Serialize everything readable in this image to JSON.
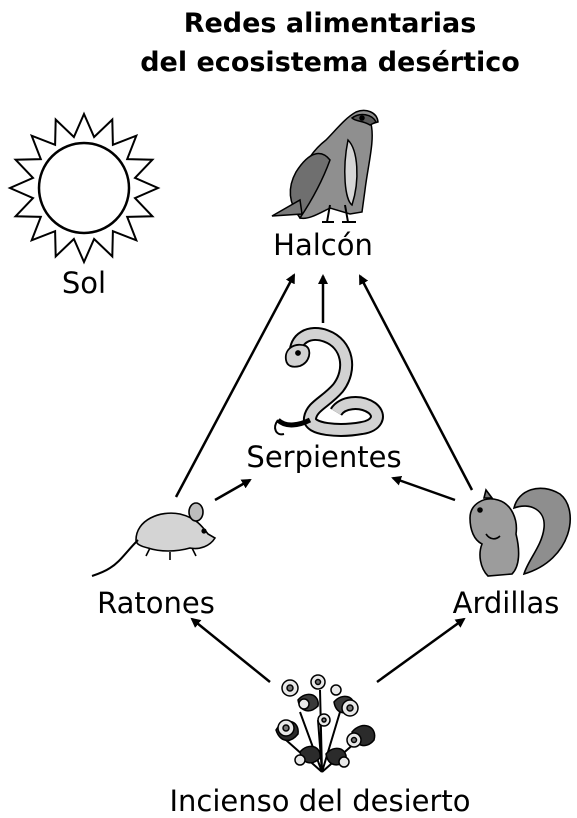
{
  "title": {
    "line1": "Redes alimentarias",
    "line2": "del ecosistema desértico"
  },
  "nodes": {
    "sun": "Sol",
    "hawk": "Halcón",
    "snakes": "Serpientes",
    "mice": "Ratones",
    "squirrels": "Ardillas",
    "plant": "Incienso del desierto"
  },
  "edges": [
    {
      "from": "Incienso del desierto",
      "to": "Ratones"
    },
    {
      "from": "Incienso del desierto",
      "to": "Ardillas"
    },
    {
      "from": "Ratones",
      "to": "Serpientes"
    },
    {
      "from": "Ardillas",
      "to": "Serpientes"
    },
    {
      "from": "Ratones",
      "to": "Halcón"
    },
    {
      "from": "Serpientes",
      "to": "Halcón"
    },
    {
      "from": "Ardillas",
      "to": "Halcón"
    }
  ],
  "colors": {
    "stroke": "#000000",
    "animal_fill": "#9a9a9a",
    "light_fill": "#d8d8d8"
  },
  "icons": [
    "sun-icon",
    "hawk-icon",
    "snake-icon",
    "mouse-icon",
    "squirrel-icon",
    "plant-icon"
  ]
}
